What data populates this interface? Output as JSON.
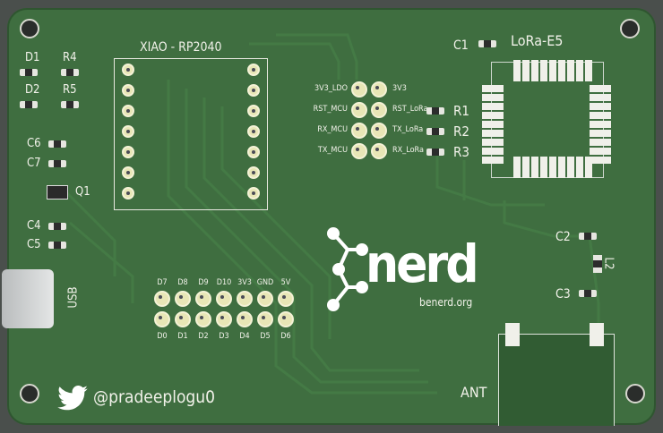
{
  "module": {
    "title": "XIAO - RP2040"
  },
  "lora": {
    "title": "LoRa-E5"
  },
  "left_components": [
    "D1",
    "R4",
    "D2",
    "R5",
    "C6",
    "C7",
    "Q1",
    "C4",
    "C5"
  ],
  "usb_label": "USB",
  "header_pins": {
    "left": [
      "3V3_LDO",
      "RST_MCU",
      "RX_MCU",
      "TX_MCU"
    ],
    "right": [
      "3V3",
      "RST_LoRa",
      "TX_LoRa",
      "RX_LoRa"
    ],
    "resistors": [
      "R1",
      "R2",
      "R3"
    ]
  },
  "bottom_header": {
    "top_labels": [
      "D7",
      "D8",
      "D9",
      "D10",
      "3V3",
      "GND",
      "5V"
    ],
    "bottom_labels": [
      "D0",
      "D1",
      "D2",
      "D3",
      "D4",
      "D5",
      "D6"
    ]
  },
  "c1": "C1",
  "right_components": [
    "C2",
    "L2",
    "C3"
  ],
  "logo": {
    "text": "nerd",
    "url_text": "benerd.org"
  },
  "twitter": {
    "handle": "@pradeeplogu0"
  },
  "antenna_label": "ANT",
  "colors": {
    "board": "#3f6e40",
    "silkscreen": "#f2f2ea",
    "pad": "#e8e6b6"
  }
}
